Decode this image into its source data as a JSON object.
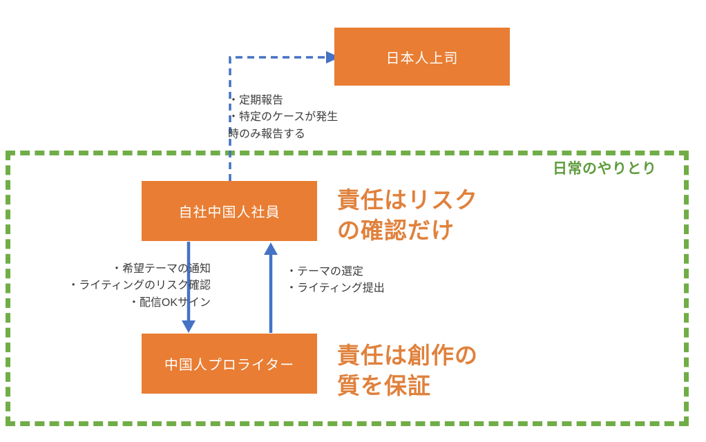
{
  "diagram": {
    "title_label": "日常のやりとり",
    "colors": {
      "box_fill": "#E87D33",
      "box_text": "#FFFFFF",
      "callout_orange": "#E0813C",
      "region_green": "#70AD47",
      "label_green": "#5E9B3C",
      "arrow_blue": "#4472C4",
      "body_text": "#3C3C3C",
      "background": "#FFFFFF"
    },
    "nodes": [
      {
        "id": "boss",
        "label": "日本人上司"
      },
      {
        "id": "staff",
        "label": "自社中国人社員"
      },
      {
        "id": "writer",
        "label": "中国人プロライター"
      }
    ],
    "callouts": [
      {
        "id": "risk",
        "text": "責任はリスク\nの確認だけ"
      },
      {
        "id": "quality",
        "text": "責任は創作の\n質を保証"
      }
    ],
    "annotations": [
      {
        "id": "report",
        "text": "・定期報告\n・特定のケースが発生\n時のみ報告する"
      },
      {
        "id": "staff-to-writer",
        "text": "・希望テーマの通知\n・ライティングのリスク確認\n・配信OKサイン"
      },
      {
        "id": "writer-to-staff",
        "text": "・テーマの選定\n・ライティング提出"
      }
    ],
    "connectors": [
      {
        "id": "staff-to-boss",
        "style": "dashed",
        "color": "#4472C4",
        "from": "staff",
        "to": "boss"
      },
      {
        "id": "staff-to-writer",
        "style": "solid",
        "color": "#4472C4",
        "from": "staff",
        "to": "writer"
      },
      {
        "id": "writer-to-staff",
        "style": "solid",
        "color": "#4472C4",
        "from": "writer",
        "to": "staff"
      }
    ]
  }
}
